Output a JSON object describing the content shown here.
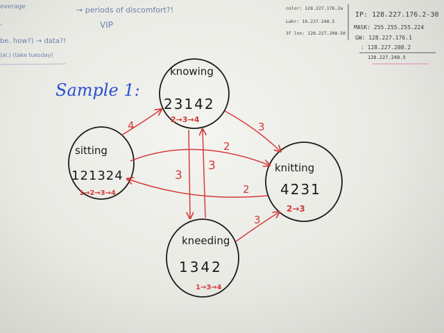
{
  "title": "Sample 1:",
  "colors": {
    "marker_black": "#1a1a1a",
    "marker_red": "#d23a3a",
    "marker_blue": "#2a4fd0",
    "faint_blue": "#6b7fa8"
  },
  "nodes": {
    "knowing": {
      "label": "knowing",
      "number": "23142",
      "path": "2→3→4"
    },
    "sitting": {
      "label": "sitting",
      "number": "121324",
      "path": "1→2→3→4"
    },
    "knitting": {
      "label": "knitting",
      "number": "4231",
      "path": "2→3"
    },
    "kneeding": {
      "label": "kneeding",
      "number": "1342",
      "path": "1→3→4"
    }
  },
  "edges": {
    "sitting_knowing": "4",
    "knowing_knitting": "3",
    "sitting_knitting": "2",
    "knitting_sitting": "2",
    "knowing_kneeding": "3",
    "kneeding_knowing": "3",
    "kneeding_knitting": "3"
  },
  "top_notes": {
    "left_lines": [
      "overage",
      "-",
      "be. how?) → data?!",
      "(al.) (take tuesday)"
    ],
    "center_line1": "→ periods of discomfort?!",
    "center_line2": "VIP"
  },
  "network": {
    "small_lines": [
      "color: 128.227.176.2a",
      "Lahr: 10.227.248.5",
      "3f lnn: 128.227.208.50"
    ],
    "ip": "IP: 128.227.176.2-30",
    "mask": "MASK: 255.255.255.224",
    "gw": "GW: 128.227.176.1",
    "extra1": ": 128.227.208.2",
    "extra2": "128.227.248.5"
  }
}
